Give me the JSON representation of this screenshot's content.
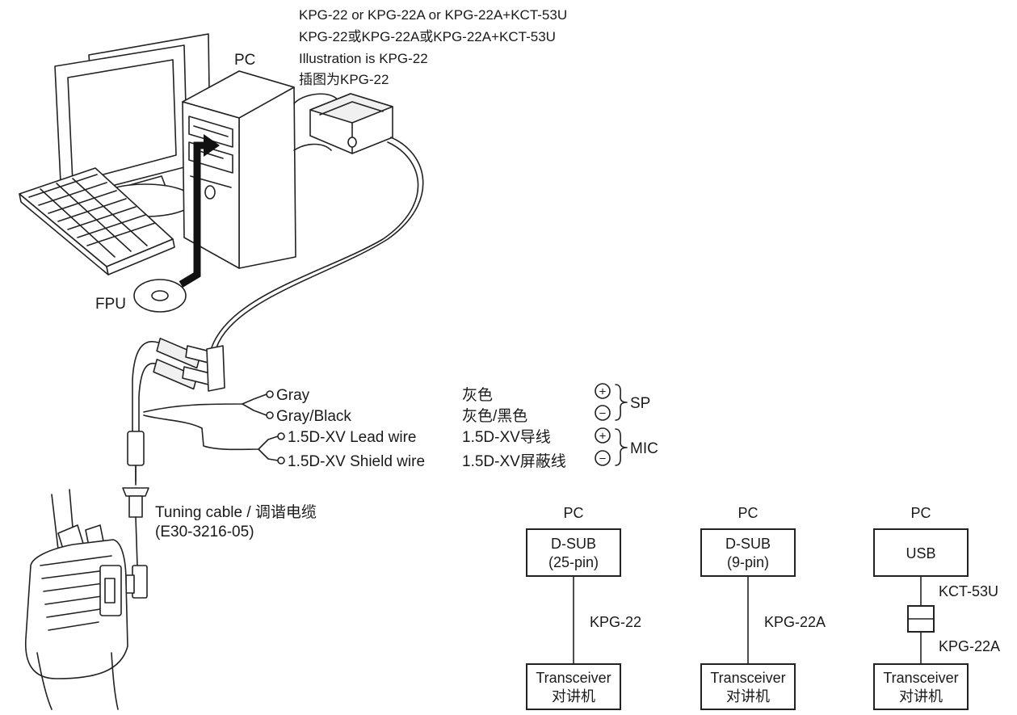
{
  "top_labels": [
    "KPG-22 or KPG-22A or KPG-22A+KCT-53U",
    "KPG-22或KPG-22A或KPG-22A+KCT-53U",
    "Illustration is KPG-22",
    "插图为KPG-22"
  ],
  "pc_label": "PC",
  "fpu_label": "FPU",
  "wires": [
    {
      "en": "Gray",
      "cn": "灰色",
      "sign": "+"
    },
    {
      "en": "Gray/Black",
      "cn": "灰色/黑色",
      "sign": "−"
    },
    {
      "en": "1.5D-XV Lead wire",
      "cn": "1.5D-XV导线",
      "sign": "+"
    },
    {
      "en": "1.5D-XV Shield wire",
      "cn": "1.5D-XV屏蔽线",
      "sign": "−"
    }
  ],
  "group_sp": "SP",
  "group_mic": "MIC",
  "cable_label": "Tuning cable / 调谐电缆",
  "cable_part": "(E30-3216-05)",
  "blocks": [
    {
      "pc": "PC",
      "port_1": "D-SUB",
      "port_2": "(25-pin)",
      "cable_upper": "",
      "cable_lower": "KPG-22",
      "dev_1": "Transceiver",
      "dev_2": "对讲机"
    },
    {
      "pc": "PC",
      "port_1": "D-SUB",
      "port_2": "(9-pin)",
      "cable_upper": "",
      "cable_lower": "KPG-22A",
      "dev_1": "Transceiver",
      "dev_2": "对讲机"
    },
    {
      "pc": "PC",
      "port_1": "USB",
      "port_2": "",
      "cable_upper": "KCT-53U",
      "cable_lower": "KPG-22A",
      "dev_1": "Transceiver",
      "dev_2": "对讲机"
    }
  ]
}
